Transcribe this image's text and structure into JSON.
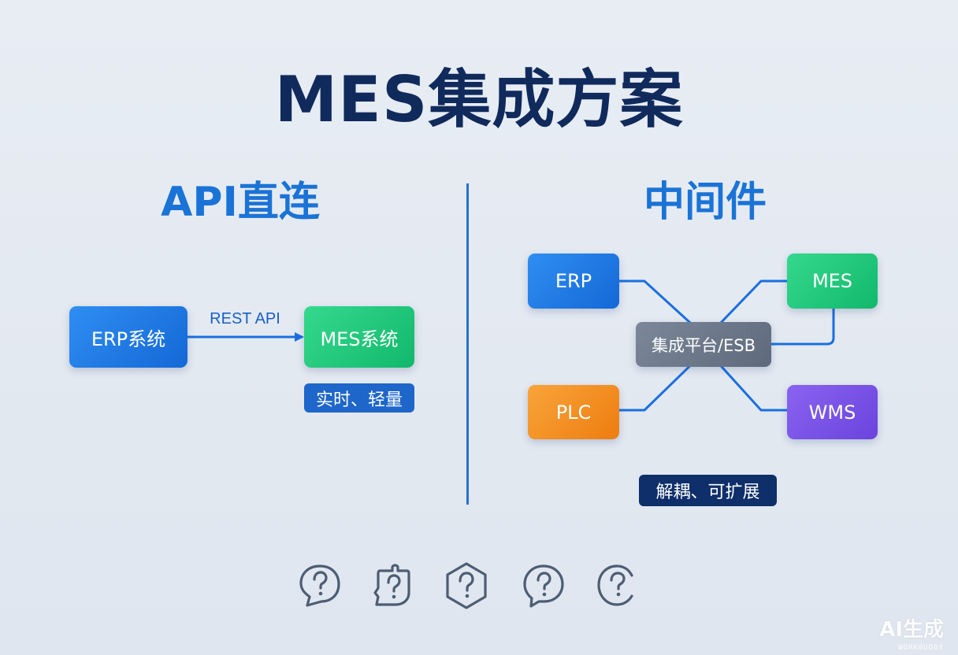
{
  "title": "MES集成方案",
  "left": {
    "heading": "API直连",
    "source": "ERP系统",
    "target": "MES系统",
    "link_label": "REST API",
    "tag": "实时、轻量"
  },
  "right": {
    "heading": "中间件",
    "hub": "集成平台/ESB",
    "nodes": {
      "erp": "ERP",
      "mes": "MES",
      "plc": "PLC",
      "wms": "WMS"
    },
    "tag": "解耦、可扩展"
  },
  "colors": {
    "title": "#102a5c",
    "heading": "#1a73d6",
    "erp": "#1f7ae6",
    "mes": "#1fc77a",
    "plc": "#f28c1f",
    "wms": "#7752e6",
    "hub": "#6d7889",
    "connector": "#1a6fe0"
  },
  "icons": [
    "help-bubble-icon",
    "help-puzzle-icon",
    "help-hexagon-icon",
    "help-speech-icon",
    "help-circle-icon"
  ],
  "watermark": {
    "main": "AI生成",
    "sub": "WORKBUDDY"
  }
}
